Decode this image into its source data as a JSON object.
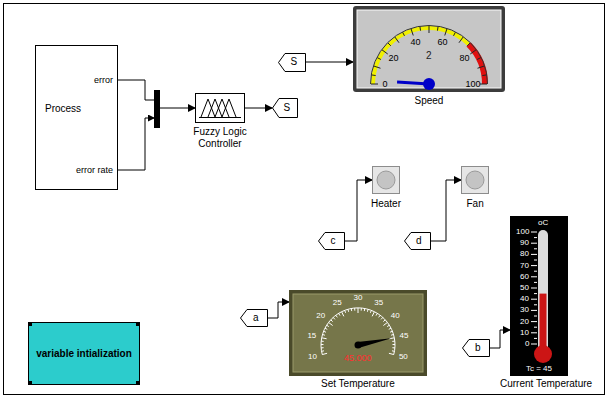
{
  "diagram": {
    "nodes": [
      {
        "text": [
          "2",
          "Speed"
        ]
      },
      {
        "text": [
          "S"
        ]
      },
      {
        "text": [
          "error",
          "Process",
          "error rate"
        ]
      },
      {
        "text": [
          "Fuzzy Logic Controller"
        ]
      },
      {
        "text": [
          "S"
        ]
      },
      {
        "text": [
          "Heater"
        ]
      },
      {
        "text": [
          "Fan"
        ]
      },
      {
        "text": [
          "c"
        ]
      },
      {
        "text": [
          "d"
        ]
      },
      {
        "text": [
          "oC",
          "Tc = 45",
          "Current Temperature"
        ]
      },
      {
        "text": [
          "45.000",
          "Set Temperature"
        ]
      },
      {
        "text": [
          "a"
        ]
      },
      {
        "text": [
          "variable intialization"
        ]
      },
      {
        "text": [
          "b"
        ]
      }
    ],
    "edges": [
      {
        "from": 1,
        "to": 0,
        "arrow": "to"
      },
      {
        "from": 2,
        "to": 3,
        "arrow": "to"
      },
      {
        "from": 3,
        "to": 4,
        "arrow": "to"
      },
      {
        "from": 7,
        "to": 5,
        "arrow": "to"
      },
      {
        "from": 8,
        "to": 6,
        "arrow": "to"
      },
      {
        "from": 11,
        "to": 10,
        "arrow": "to"
      },
      {
        "from": 13,
        "to": 9,
        "arrow": "to"
      }
    ],
    "labels": [
      "0",
      "20",
      "40",
      "60",
      "80",
      "100",
      "10",
      "15",
      "20",
      "25",
      "30",
      "35",
      "40",
      "45",
      "50",
      "100",
      "90",
      "80",
      "70",
      "60",
      "50",
      "40",
      "30",
      "20",
      "10",
      "0"
    ]
  }
}
